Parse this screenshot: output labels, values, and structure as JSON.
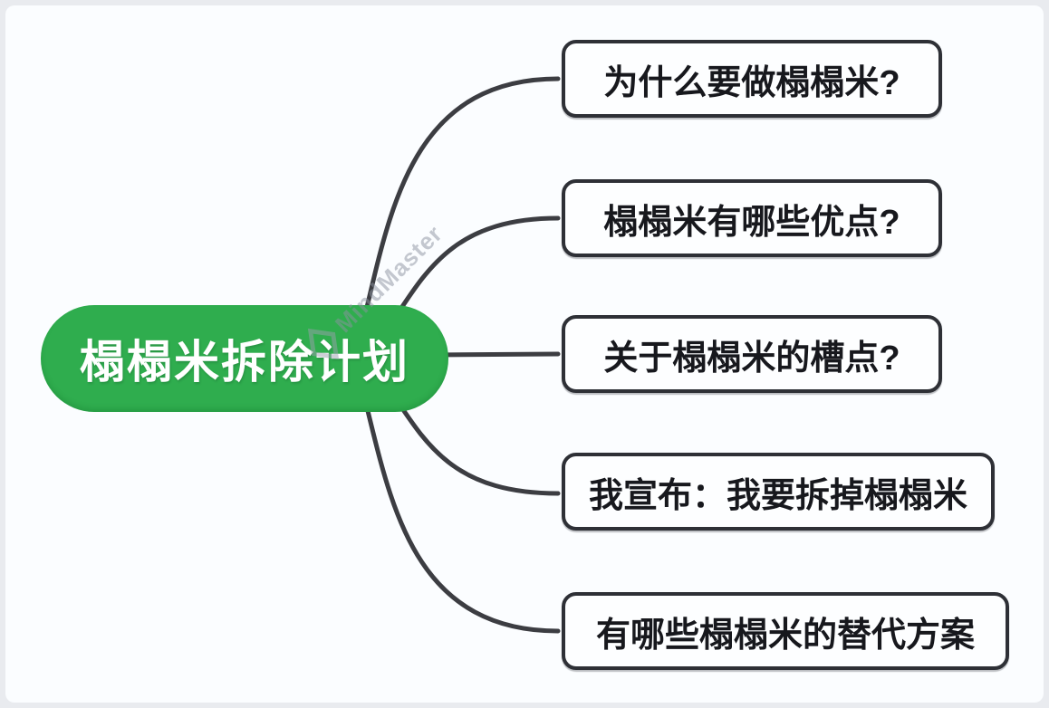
{
  "mindmap": {
    "root": {
      "label": "榻榻米拆除计划"
    },
    "branches": [
      {
        "label": "为什么要做榻榻米?"
      },
      {
        "label": "榻榻米有哪些优点?"
      },
      {
        "label": "关于榻榻米的槽点?"
      },
      {
        "label": "我宣布：我要拆掉榻榻米"
      },
      {
        "label": "有哪些榻榻米的替代方案"
      }
    ]
  },
  "watermark": {
    "text": "MindMaster",
    "logo": "diamond-logo"
  },
  "colors": {
    "root_bg": "#2fad4e",
    "root_text": "#ffffff",
    "branch_bg": "#fdfeff",
    "branch_border": "#2e3036",
    "branch_text": "#17181d",
    "connector": "#3c3d42",
    "canvas_bg": "#fbfdff",
    "watermark_gray": "#8c93a0"
  }
}
